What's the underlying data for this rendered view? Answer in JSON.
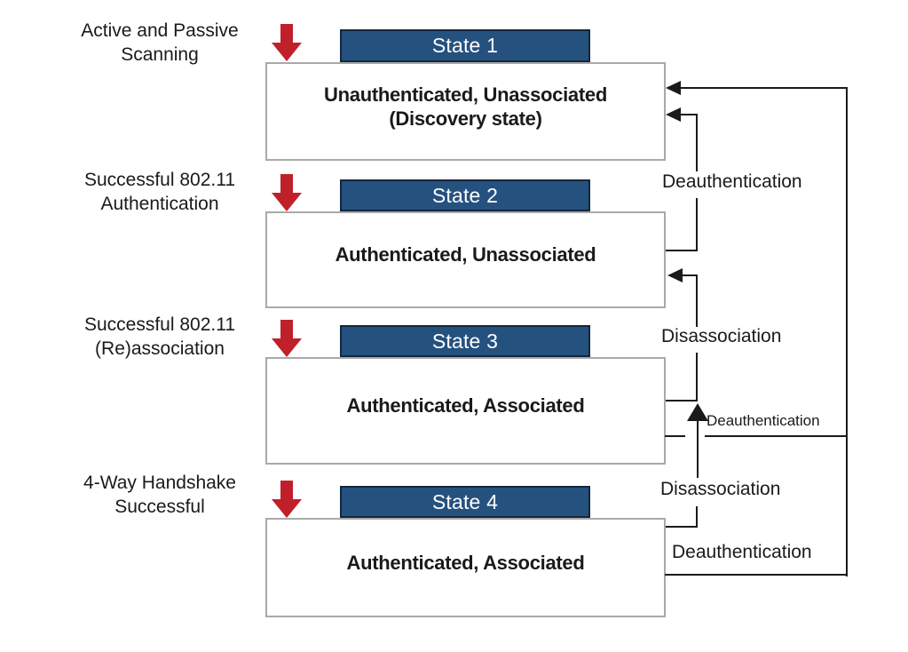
{
  "diagram": {
    "states": [
      {
        "header": "State 1",
        "name_line1": "Unauthenticated, Unassociated",
        "name_line2": "(Discovery state)",
        "entry_label_line1": "Active and Passive",
        "entry_label_line2": "Scanning"
      },
      {
        "header": "State 2",
        "name_line1": "Authenticated, Unassociated",
        "name_line2": "",
        "entry_label_line1": "Successful 802.11",
        "entry_label_line2": "Authentication"
      },
      {
        "header": "State 3",
        "name_line1": "Authenticated, Associated",
        "name_line2": "",
        "entry_label_line1": "Successful 802.11",
        "entry_label_line2": "(Re)association"
      },
      {
        "header": "State 4",
        "name_line1": "Authenticated, Associated",
        "name_line2": "",
        "entry_label_line1": "4-Way Handshake",
        "entry_label_line2": "Successful"
      }
    ],
    "transitions": [
      {
        "label": "Deauthentication",
        "from": "State 2",
        "to": "State 1"
      },
      {
        "label": "Disassociation",
        "from": "State 3",
        "to": "State 2"
      },
      {
        "label": "Deauthentication",
        "from": "State 3",
        "to": "State 1"
      },
      {
        "label": "Disassociation",
        "from": "State 4",
        "to": "State 2"
      },
      {
        "label": "Deauthentication",
        "from": "State 4",
        "to": "State 1"
      }
    ],
    "colors": {
      "header_bg": "#25517f",
      "header_border": "#15263e",
      "arrow_red": "#c0202a",
      "line": "#1a1a1a",
      "box_border": "#a9a9a9"
    }
  }
}
